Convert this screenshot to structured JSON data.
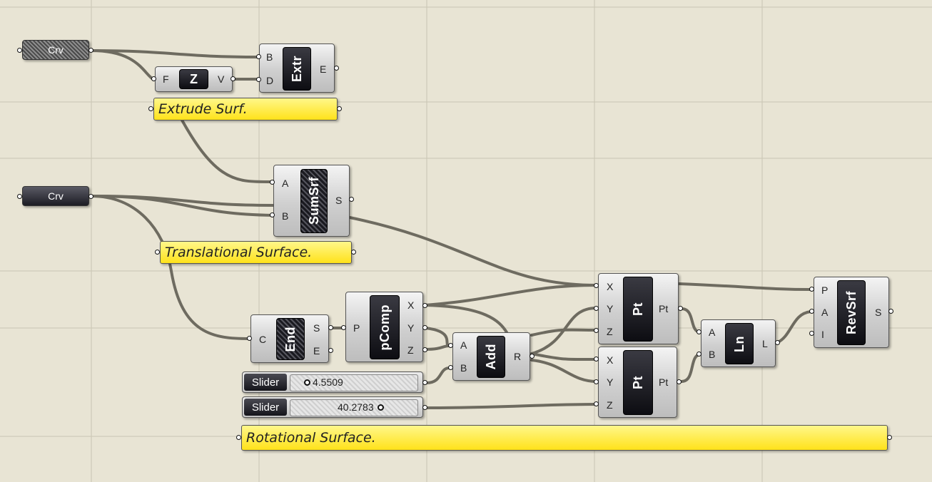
{
  "curve_params": [
    {
      "label": "Crv"
    },
    {
      "label": "Crv"
    }
  ],
  "components": {
    "extrude": {
      "name": "Extr",
      "inputs": [
        "B",
        "D"
      ],
      "outputs": [
        "E"
      ]
    },
    "unit_z": {
      "name": "Z",
      "inputs": [
        "F"
      ],
      "outputs": [
        "V"
      ]
    },
    "sum_surface": {
      "name": "SumSrf",
      "inputs": [
        "A",
        "B"
      ],
      "outputs": [
        "S"
      ]
    },
    "end_points": {
      "name": "End",
      "inputs": [
        "C"
      ],
      "outputs": [
        "S",
        "E"
      ]
    },
    "decompose": {
      "name": "pComp",
      "inputs": [
        "P"
      ],
      "outputs": [
        "X",
        "Y",
        "Z"
      ]
    },
    "addition": {
      "name": "Add",
      "inputs": [
        "A",
        "B"
      ],
      "outputs": [
        "R"
      ]
    },
    "point_1": {
      "name": "Pt",
      "inputs": [
        "X",
        "Y",
        "Z"
      ],
      "outputs": [
        "Pt"
      ]
    },
    "point_2": {
      "name": "Pt",
      "inputs": [
        "X",
        "Y",
        "Z"
      ],
      "outputs": [
        "Pt"
      ]
    },
    "line": {
      "name": "Ln",
      "inputs": [
        "A",
        "B"
      ],
      "outputs": [
        "L"
      ]
    },
    "revolution": {
      "name": "RevSrf",
      "inputs": [
        "P",
        "A",
        "I"
      ],
      "outputs": [
        "S"
      ]
    }
  },
  "sliders": [
    {
      "name": "Slider",
      "value": "4.5509"
    },
    {
      "name": "Slider",
      "value": "40.2783"
    }
  ],
  "notes": {
    "extrude": "Extrude Surf.",
    "translational": "Translational Surface.",
    "rotational": "Rotational Surface."
  },
  "colors": {
    "canvas": "#e8e4d4",
    "grid": "#c9c5b3",
    "wire": "#6e6b60",
    "note": "#ffe21a"
  }
}
